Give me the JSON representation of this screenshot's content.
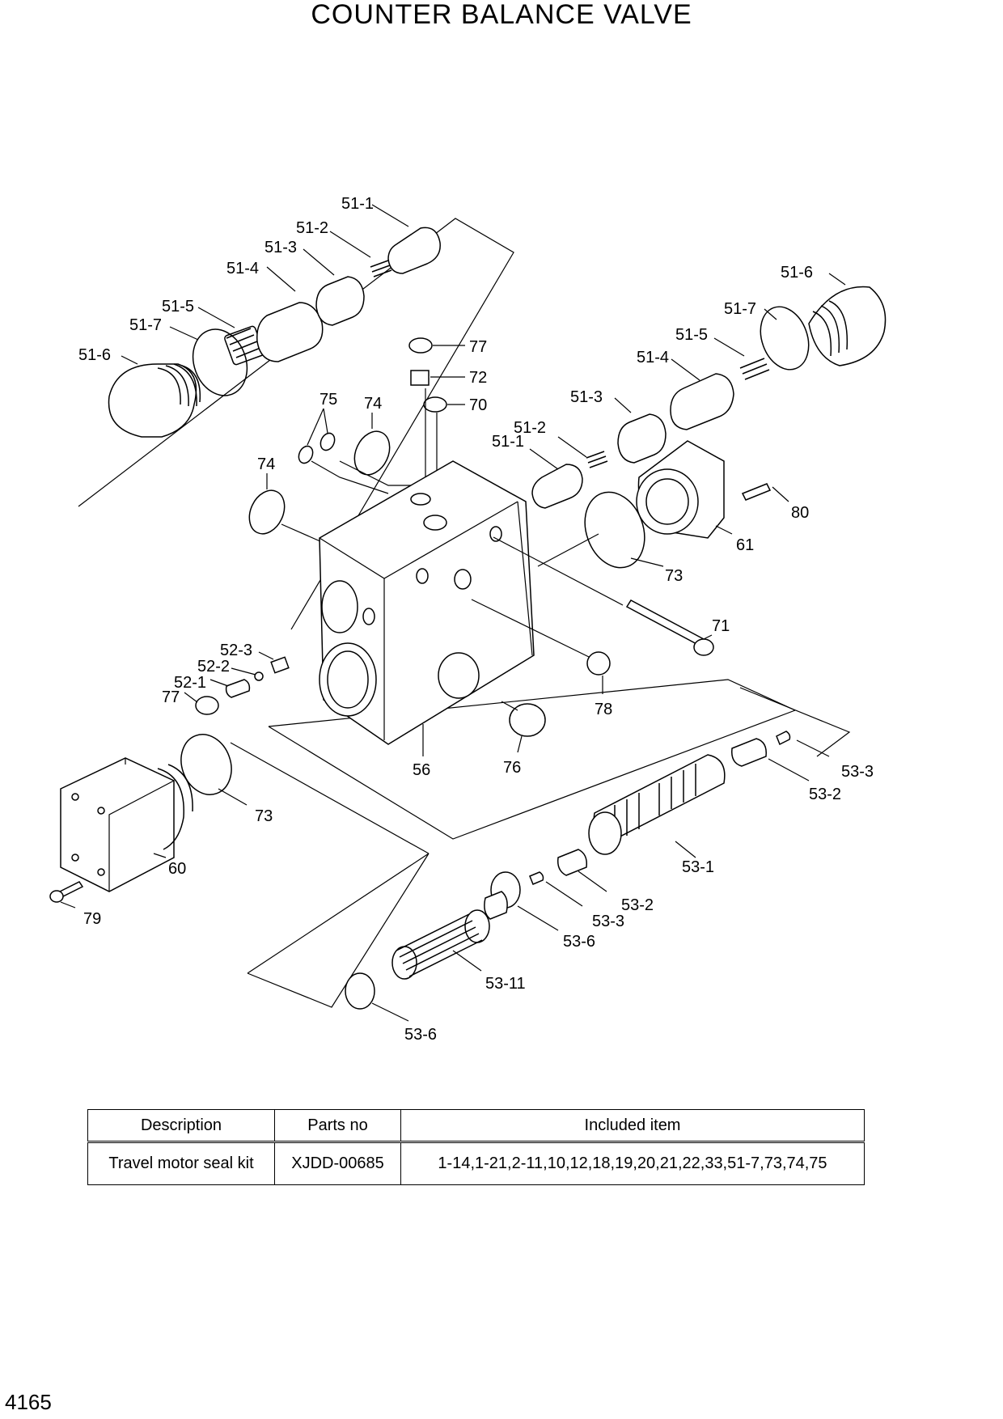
{
  "title": "COUNTER BALANCE VALVE",
  "page_number": "4165",
  "labels": {
    "p51_1_top": "51-1",
    "p51_2_top": "51-2",
    "p51_3_top": "51-3",
    "p51_4_top": "51-4",
    "p51_5_left": "51-5",
    "p51_7_left": "51-7",
    "p51_6_left": "51-6",
    "p77_top": "77",
    "p72": "72",
    "p70": "70",
    "p75": "75",
    "p74_a": "74",
    "p74_b": "74",
    "p51_6_right": "51-6",
    "p51_7_right": "51-7",
    "p51_5_right": "51-5",
    "p51_4_right": "51-4",
    "p51_3_right": "51-3",
    "p51_2_right": "51-2",
    "p51_1_right": "51-1",
    "p80": "80",
    "p61": "61",
    "p73_right": "73",
    "p71": "71",
    "p52_3": "52-3",
    "p52_2": "52-2",
    "p52_1": "52-1",
    "p77_left": "77",
    "p78": "78",
    "p56": "56",
    "p76": "76",
    "p73_left": "73",
    "p60": "60",
    "p79": "79",
    "p53_3_top": "53-3",
    "p53_2_top": "53-2",
    "p53_1": "53-1",
    "p53_2_mid": "53-2",
    "p53_3_mid": "53-3",
    "p53_6_mid": "53-6",
    "p53_11": "53-11",
    "p53_6_bottom": "53-6"
  },
  "table": {
    "headers": [
      "Description",
      "Parts no",
      "Included item"
    ],
    "rows": [
      [
        "Travel motor seal kit",
        "XJDD-00685",
        "1-14,1-21,2-11,10,12,18,19,20,21,22,33,51-7,73,74,75"
      ]
    ]
  }
}
